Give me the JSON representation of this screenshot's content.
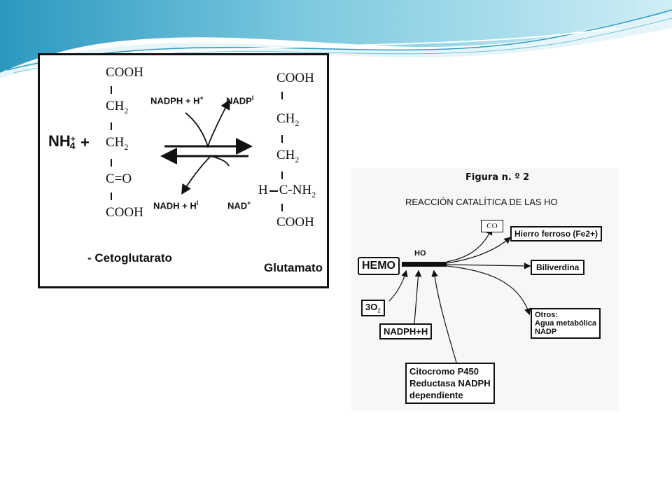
{
  "figure1": {
    "ammonium": "NH",
    "ammonium_sub": "4",
    "ammonium_sup": "+",
    "plus": "+",
    "substrate_groups": [
      "COOH",
      "CH",
      "CH",
      "C=O",
      "COOH"
    ],
    "ch2_sub": "2",
    "product_groups": [
      "COOH",
      "CH",
      "CH",
      "H",
      "C-NH",
      "COOH"
    ],
    "cofactor_in_top": "NADPH  + H",
    "cofactor_in_top_sup": "+",
    "cofactor_out_top": "NADP",
    "cofactor_out_top_sup": "I",
    "cofactor_out_bottom": "NADH  + H",
    "cofactor_out_bottom_sup": "I",
    "cofactor_in_bottom": "NAD",
    "cofactor_in_bottom_sup": "+",
    "substrate_name": "- Cetoglutarato",
    "product_name": "Glutamato"
  },
  "figure2": {
    "title": "Figura n. º 2",
    "subtitle": "REACCIÓN CATALÍTICA DE LAS HO",
    "co_label": "CO",
    "iron_label": "Hierro ferroso (Fe2+)",
    "heme_label": "HEMO",
    "ho_label": "HO",
    "biliverdin_label": "Biliverdina",
    "others_lines": [
      "Otros:",
      "Agua metabólica",
      "NADP"
    ],
    "oxygen_label": "3O",
    "oxygen_sub": "2",
    "nadph_label": "NADPH+H",
    "cyp_lines": [
      "Citocromo P450",
      "Reductasa NADPH",
      "dependiente"
    ]
  },
  "colors": {
    "wave_light": "#b9e3ef",
    "wave_mid": "#6cc3dc",
    "wave_dark": "#2e9cc2",
    "ink": "#111111"
  }
}
